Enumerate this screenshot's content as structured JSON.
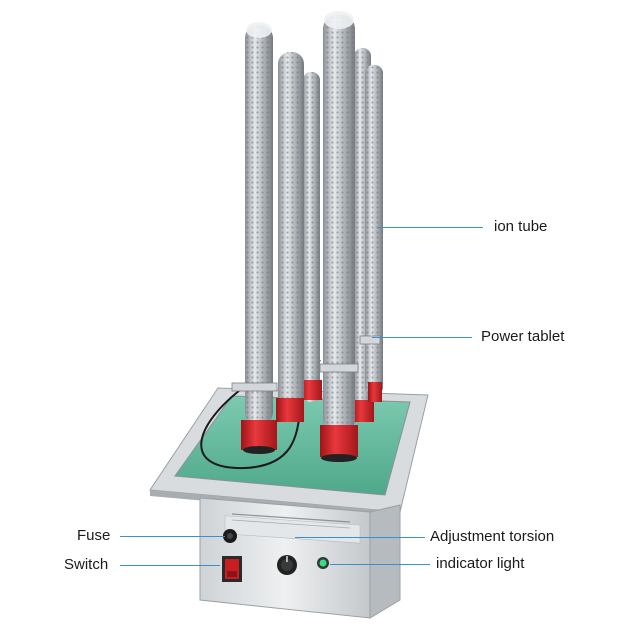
{
  "labels": {
    "ion_tube": "ion tube",
    "power_tablet": "Power tablet",
    "fuse": "Fuse",
    "switch": "Switch",
    "adjustment_torsion": "Adjustment torsion",
    "indicator_light": "indicator light"
  },
  "colors": {
    "leader_line": "#3a8fd0",
    "tube_cap": "#d4232a",
    "base_plate": "#5fb89c",
    "steel": "#c8ccd0",
    "switch": "#c81e22",
    "indicator": "#3ddc84"
  }
}
